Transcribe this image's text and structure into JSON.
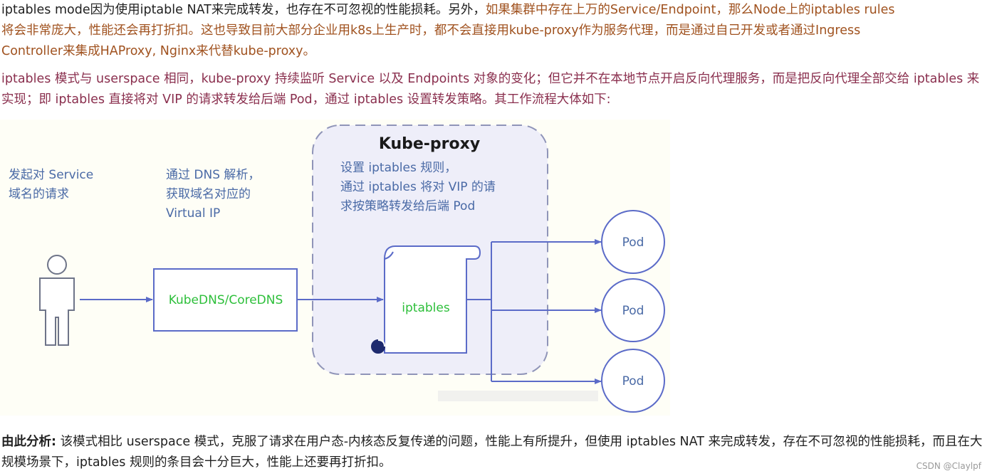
{
  "paragraph1": {
    "line1_dark": "iptables mode因为使用iptable NAT来完成转发，也存在不可忽视的性能损耗。另外，",
    "line1_brown": "如果集群中存在上万的Service/Endpoint，那么Node上的iptables rules",
    "line2": "将会非常庞大，性能还会再打折扣。这也导致目前大部分企业用k8s上生产时，都不会直接用kube-proxy作为服务代理，而是通过自己开发或者通过Ingress",
    "line3": "Controller来集成HAProxy, Nginx来代替kube-proxy。"
  },
  "paragraph2": {
    "text": "iptables 模式与 userspace 相同，kube-proxy 持续监听 Service 以及 Endpoints 对象的变化；但它并不在本地节点开启反向代理服务，而是把反向代理全部交给 iptables 来实现；即 iptables 直接将对 VIP 的请求转发给后端 Pod，通过 iptables 设置转发策略。其工作流程大体如下:"
  },
  "diagram": {
    "label_request": [
      "发起对 Service",
      "域名的请求"
    ],
    "label_dns": [
      "通过 DNS 解析，",
      "获取域名对应的",
      "Virtual IP"
    ],
    "kube_proxy_title": "Kube-proxy",
    "label_rules": [
      "设置 iptables 规则，",
      "通过 iptables 将对 VIP 的请",
      "求按策略转发给后端 Pod"
    ],
    "kubedns_box": "KubeDNS/CoreDNS",
    "iptables_box": "iptables",
    "pods": [
      "Pod",
      "Pod",
      "Pod"
    ],
    "colors": {
      "line": "#5b6bc8",
      "label": "#4a6aa6",
      "green": "#2dbf3a",
      "proxy_fill": "#eeeef9",
      "proxy_border": "#8f94b8"
    }
  },
  "paragraph3": {
    "bold": "由此分析:",
    "text": " 该模式相比 userspace 模式，克服了请求在用户态-内核态反复传递的问题，性能上有所提升，但使用 iptables NAT 来完成转发，存在不可忽视的性能损耗，而且在大规模场景下，iptables 规则的条目会十分巨大，性能上还要再打折扣。"
  },
  "watermark": "CSDN @Claylpf"
}
